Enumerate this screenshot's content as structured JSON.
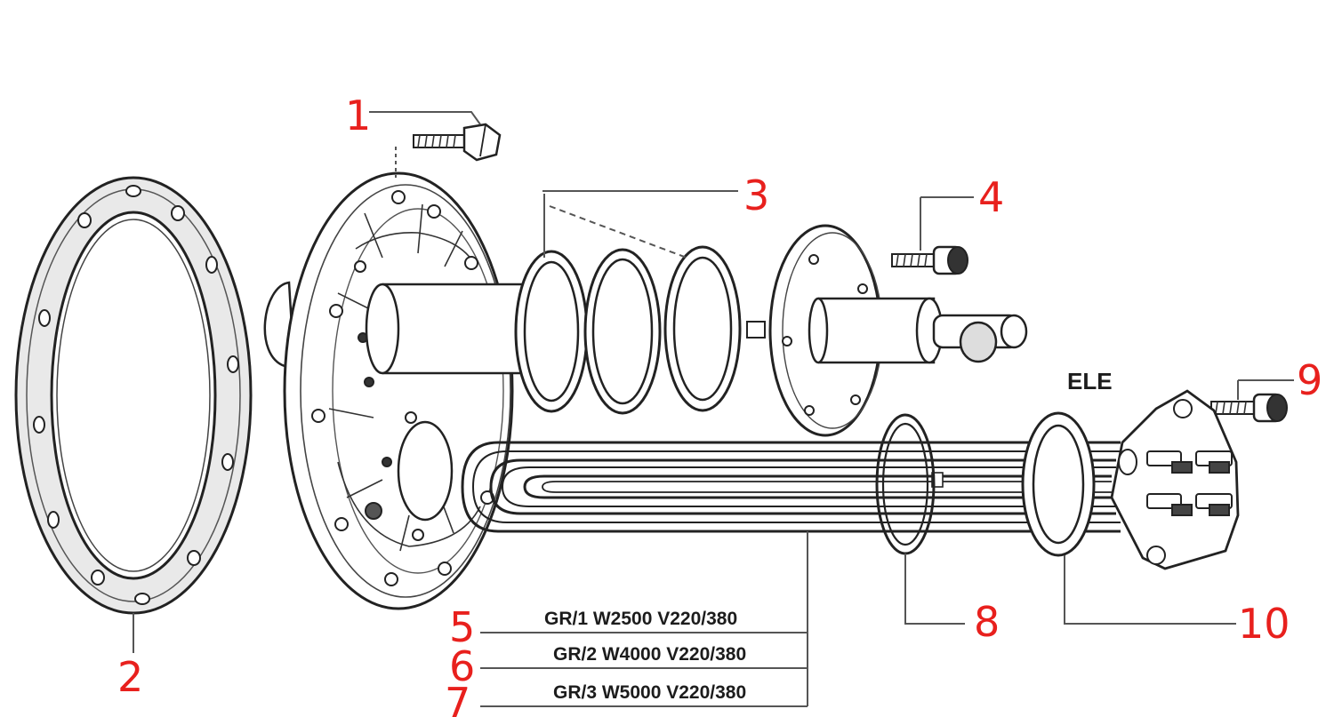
{
  "diagram": {
    "callouts": [
      {
        "id": "1",
        "text": "1"
      },
      {
        "id": "2",
        "text": "2"
      },
      {
        "id": "3",
        "text": "3"
      },
      {
        "id": "4",
        "text": "4"
      },
      {
        "id": "5",
        "text": "5"
      },
      {
        "id": "6",
        "text": "6"
      },
      {
        "id": "7",
        "text": "7"
      },
      {
        "id": "8",
        "text": "8"
      },
      {
        "id": "9",
        "text": "9"
      },
      {
        "id": "10",
        "text": "10"
      }
    ],
    "element_label": "ELE",
    "specs": [
      "GR/1 W2500 V220/380",
      "GR/2 W4000 V220/380",
      "GR/3 W5000 V220/380"
    ],
    "colors": {
      "callout": "#e8201d",
      "line": "#222222",
      "gasket_fill": "#e9e9e9"
    }
  }
}
